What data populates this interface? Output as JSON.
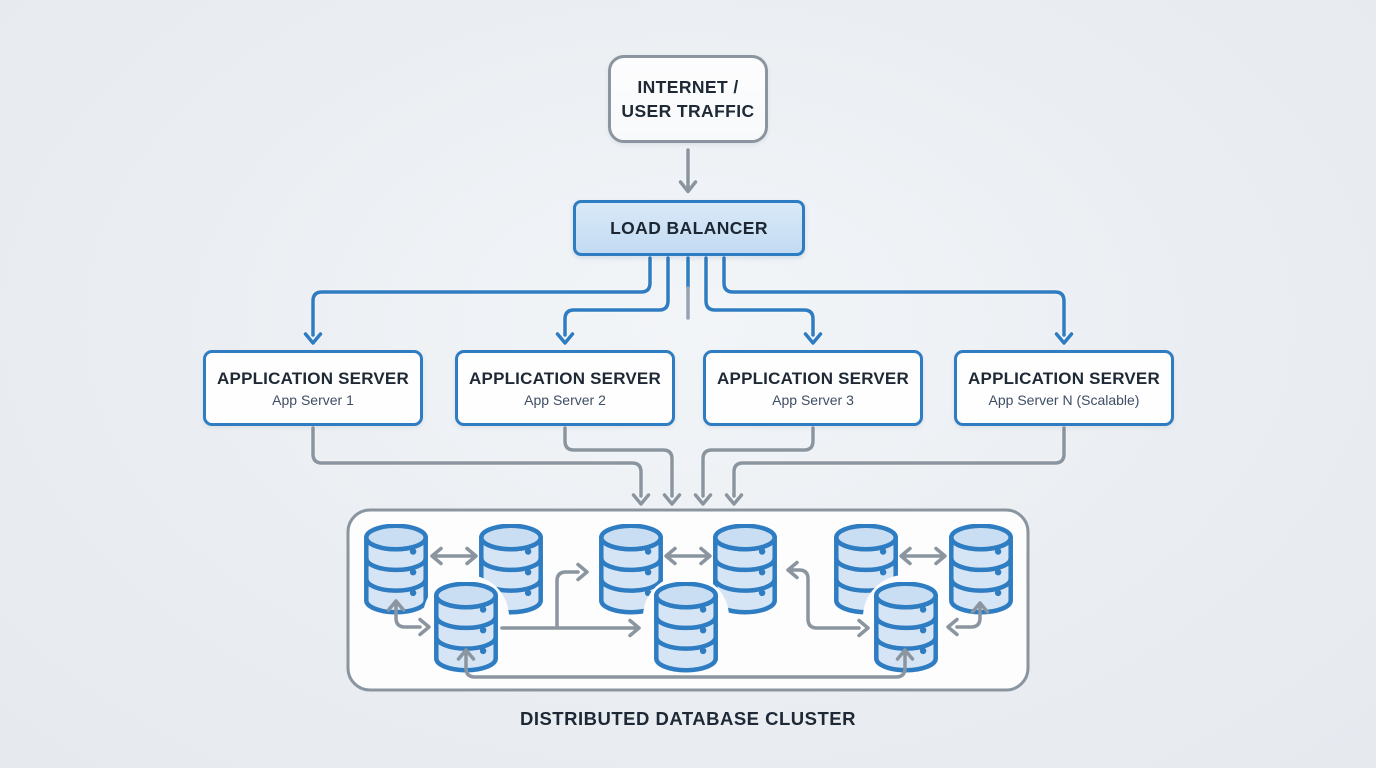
{
  "colors": {
    "background": "#e9edf2",
    "accent_blue": "#2e7cc1",
    "neutral_gray": "#8b959f",
    "text_dark": "#1e2935",
    "text_secondary": "#3e4e63",
    "load_balancer_fill": "#cfe3f6",
    "database_fill": "#d6e5f5",
    "cluster_fill": "#fdfdfe"
  },
  "nodes": {
    "internet": {
      "line1": "INTERNET /",
      "line2": "USER TRAFFIC"
    },
    "load_balancer": {
      "label": "LOAD BALANCER"
    },
    "app_servers": [
      {
        "title": "APPLICATION SERVER",
        "subtitle": "App Server 1"
      },
      {
        "title": "APPLICATION SERVER",
        "subtitle": "App Server 2"
      },
      {
        "title": "APPLICATION SERVER",
        "subtitle": "App Server 3"
      },
      {
        "title": "APPLICATION SERVER",
        "subtitle": "App Server N (Scalable)"
      }
    ],
    "database_cluster": {
      "caption": "DISTRIBUTED DATABASE CLUSTER",
      "database_count": 9
    }
  },
  "icons": {
    "database": "database-cylinder-icon",
    "flow_arrow": "chevron-arrow-connector",
    "sync_arrow": "double-headed-arrow"
  }
}
